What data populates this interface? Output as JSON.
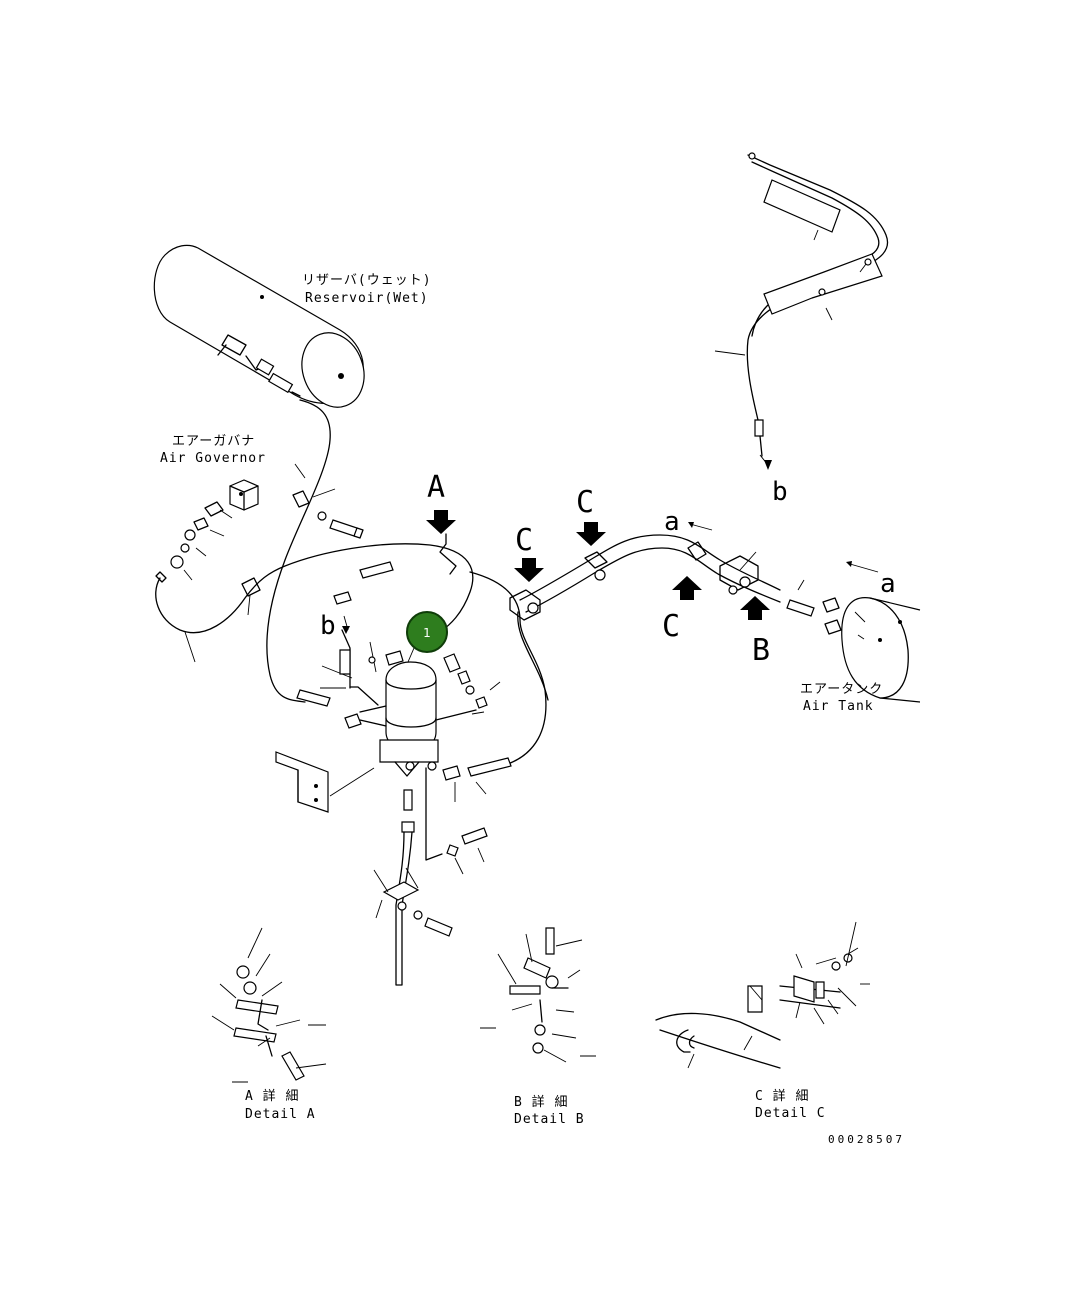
{
  "labels": {
    "reservoir_jp": "リザーバ(ウェット)",
    "reservoir_en": "Reservoir(Wet)",
    "governor_jp": "エアーガバナ",
    "governor_en": "Air Governor",
    "airtank_jp": "エアータンク",
    "airtank_en": "Air Tank",
    "detail_a_jp": "A 詳 細",
    "detail_a_en": "Detail A",
    "detail_b_jp": "B 詳 細",
    "detail_b_en": "Detail B",
    "detail_c_jp": "C 詳 細",
    "detail_c_en": "Detail C",
    "drawing_number": "00028507"
  },
  "view_letters": {
    "a_arrow": "A",
    "b_arrow": "B",
    "c_arrow_left": "C",
    "c_arrow_mid": "C",
    "c_arrow_low": "C",
    "small_a_top": "a",
    "small_a_right": "a",
    "small_b_top": "b",
    "small_b_left": "b"
  },
  "callout": {
    "number": "1",
    "color": "#2e7d1e",
    "border": "#0f3d09",
    "text_color": "#ffffff"
  }
}
